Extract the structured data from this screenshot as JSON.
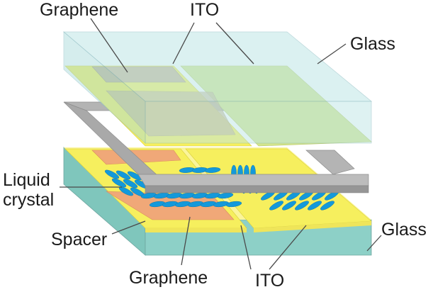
{
  "labels": {
    "graphene_top": "Graphene",
    "ito_top": "ITO",
    "glass_top": "Glass",
    "liquid_crystal_line1": "Liquid",
    "liquid_crystal_line2": "crystal",
    "spacer": "Spacer",
    "glass_bottom": "Glass",
    "graphene_bottom": "Graphene",
    "ito_bottom": "ITO"
  },
  "colors": {
    "glass_top": "#bfe6e6",
    "glass_bottom_side": "#86cbc2",
    "ito": "#f6ef5e",
    "ito_on_glass": "#d3e58c",
    "graphene_bottom": "#f0a878",
    "graphene_top": "#c6b592",
    "spacer": "#b4b4b4",
    "liquid_crystal": "#1499da"
  }
}
